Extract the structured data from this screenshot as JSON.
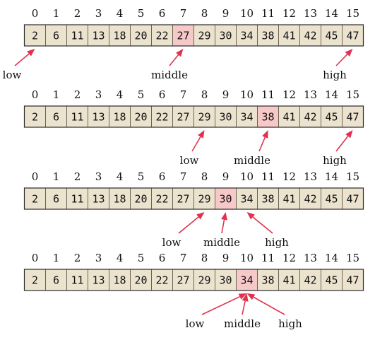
{
  "array": {
    "indices": [
      "0",
      "1",
      "2",
      "3",
      "4",
      "5",
      "6",
      "7",
      "8",
      "9",
      "10",
      "11",
      "12",
      "13",
      "14",
      "15"
    ],
    "values": [
      "2",
      "6",
      "11",
      "13",
      "18",
      "20",
      "22",
      "27",
      "29",
      "30",
      "34",
      "38",
      "41",
      "42",
      "45",
      "47"
    ]
  },
  "steps": [
    {
      "highlight": 7,
      "pointers": [
        {
          "label": "low",
          "target": 0
        },
        {
          "label": "middle",
          "target": 7
        },
        {
          "label": "high",
          "target": 15
        }
      ]
    },
    {
      "highlight": 11,
      "pointers": [
        {
          "label": "low",
          "target": 8
        },
        {
          "label": "middle",
          "target": 11
        },
        {
          "label": "high",
          "target": 15
        }
      ]
    },
    {
      "highlight": 9,
      "pointers": [
        {
          "label": "low",
          "target": 8
        },
        {
          "label": "middle",
          "target": 9
        },
        {
          "label": "high",
          "target": 10
        }
      ]
    },
    {
      "highlight": 10,
      "pointers": [
        {
          "label": "low",
          "target": 10
        },
        {
          "label": "middle",
          "target": 10
        },
        {
          "label": "high",
          "target": 10
        }
      ]
    }
  ],
  "colors": {
    "cell": "#ece3cf",
    "highlight": "#f7c8c8",
    "arrow": "#e0324f"
  }
}
